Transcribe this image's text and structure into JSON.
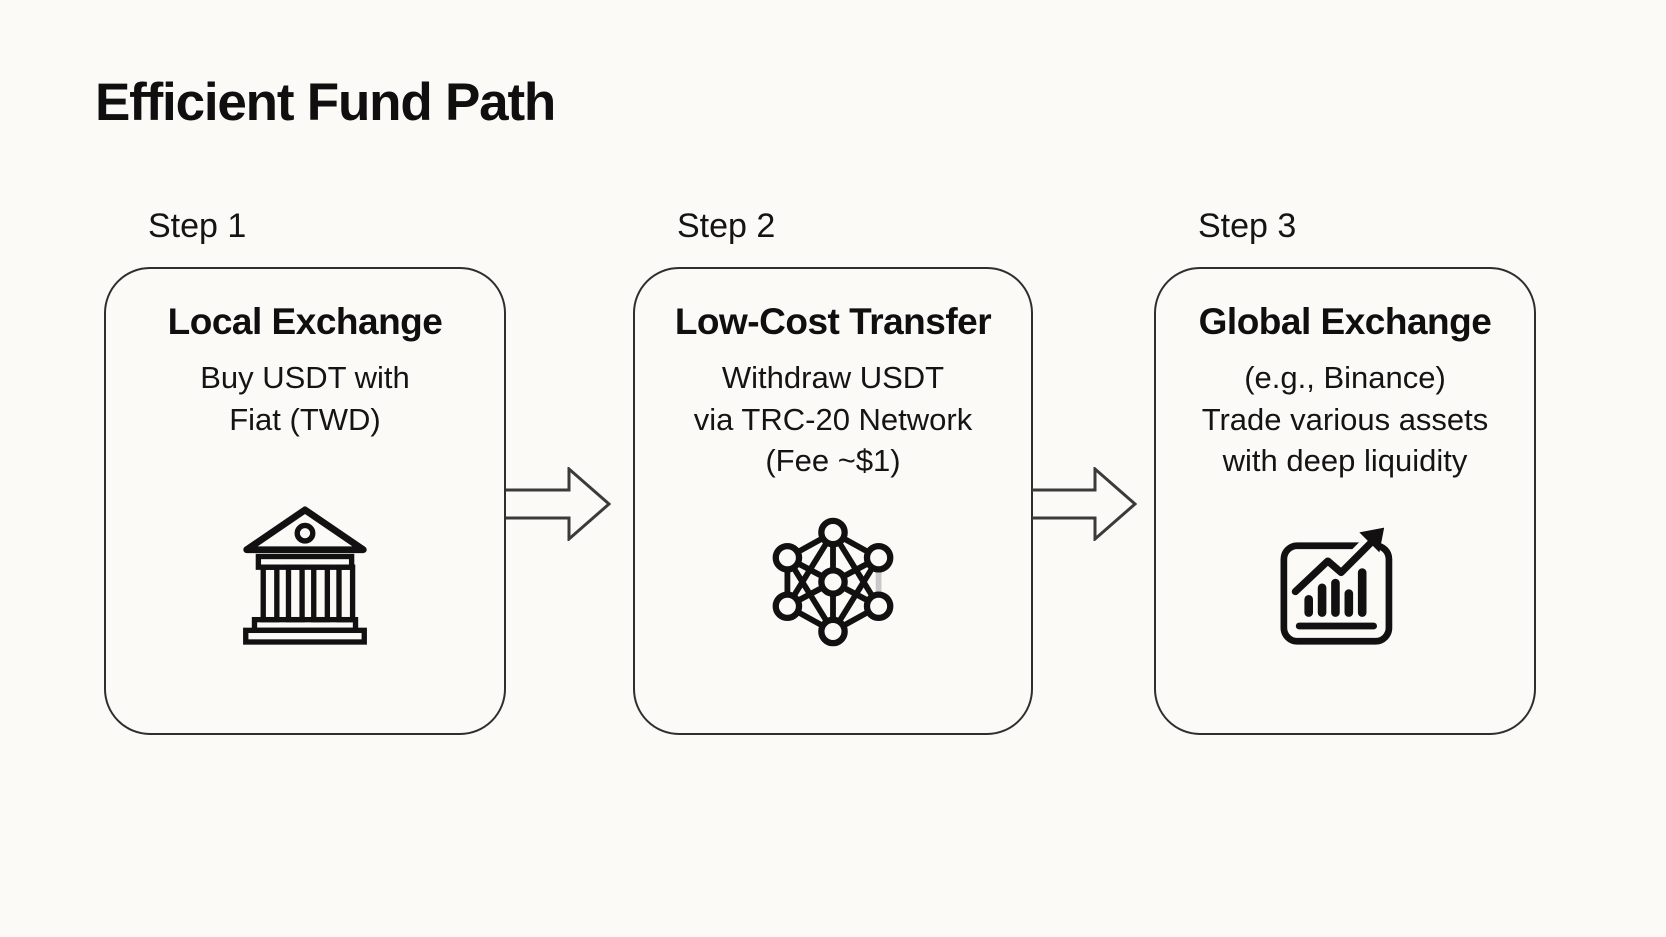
{
  "title": "Efficient Fund Path",
  "colors": {
    "background": "#fbfaf7",
    "ink": "#111111",
    "card_border": "#2e2e2e",
    "arrow_outline": "#3a3a3a",
    "network_faint_edge": "#c9c9c9"
  },
  "steps": [
    {
      "label": "Step 1",
      "heading": "Local Exchange",
      "lines": [
        "Buy USDT with",
        "Fiat (TWD)"
      ],
      "icon": "bank-icon"
    },
    {
      "label": "Step 2",
      "heading": "Low-Cost Transfer",
      "lines": [
        "Withdraw USDT",
        "via TRC-20 Network",
        "(Fee ~$1)"
      ],
      "icon": "network-icon"
    },
    {
      "label": "Step 3",
      "heading": "Global Exchange",
      "lines": [
        "(e.g., Binance)",
        "Trade various assets",
        "with deep liquidity"
      ],
      "icon": "chart-icon"
    }
  ]
}
